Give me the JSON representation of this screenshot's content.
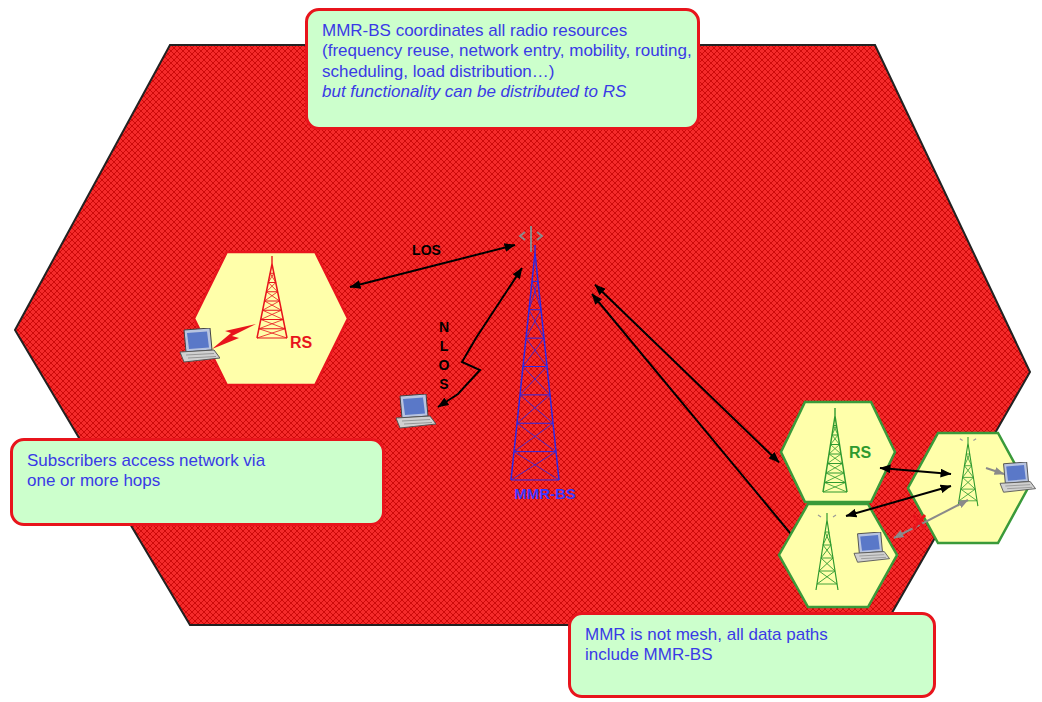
{
  "diagram": {
    "nodes": [
      {
        "text": [
          "MMR-BS coordinates all radio resources (frequency reuse, network entry, mobility, routing, scheduling, load distribution…)",
          "but functionality can be distributed to RS"
        ]
      },
      {
        "text": [
          "RS"
        ]
      },
      {
        "text": [
          "MMR-BS"
        ]
      },
      {
        "text": [
          "RS"
        ]
      },
      {
        "text": [
          "Subscribers access network via one or more hops"
        ]
      },
      {
        "text": [
          "MMR is not mesh, all data paths include MMR-BS"
        ]
      }
    ],
    "edges": [
      {
        "from": 2,
        "to": 1,
        "arrow": "both",
        "label": "LOS"
      },
      {
        "from": 2,
        "to": 3,
        "arrow": "both"
      }
    ],
    "labels": [
      "NLOS"
    ]
  }
}
